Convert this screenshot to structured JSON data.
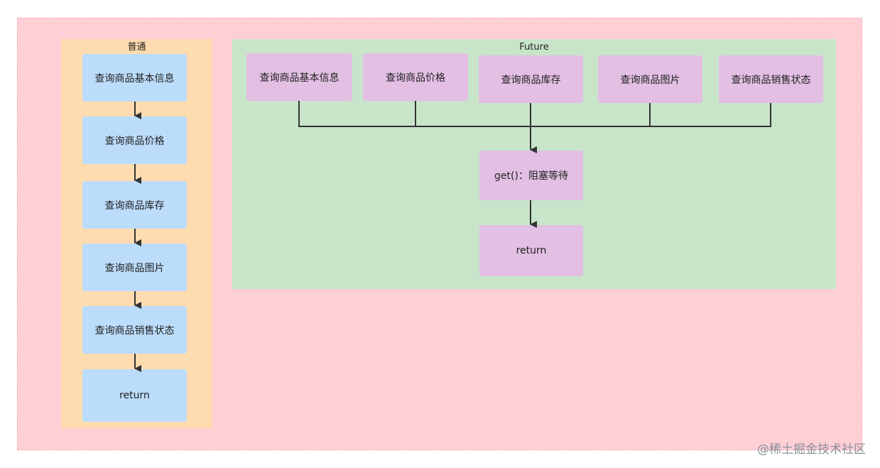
{
  "normal": {
    "title": "普通",
    "steps": [
      "查询商品基本信息",
      "查询商品价格",
      "查询商品库存",
      "查询商品图片",
      "查询商品销售状态",
      "return"
    ]
  },
  "future": {
    "title": "Future",
    "tasks": [
      "查询商品基本信息",
      "查询商品价格",
      "查询商品库存",
      "查询商品图片",
      "查询商品销售状态"
    ],
    "wait": "get()：阻塞等待",
    "return_label": "return"
  },
  "watermark": "@稀土掘金技术社区",
  "colors": {
    "outer": "#ffcfd6",
    "normal_group": "#ffdcaf",
    "future_group": "#c8e5c9",
    "blue_node": "#bcdcfb",
    "purple_node": "#e2bfe3",
    "edge": "#333333"
  }
}
